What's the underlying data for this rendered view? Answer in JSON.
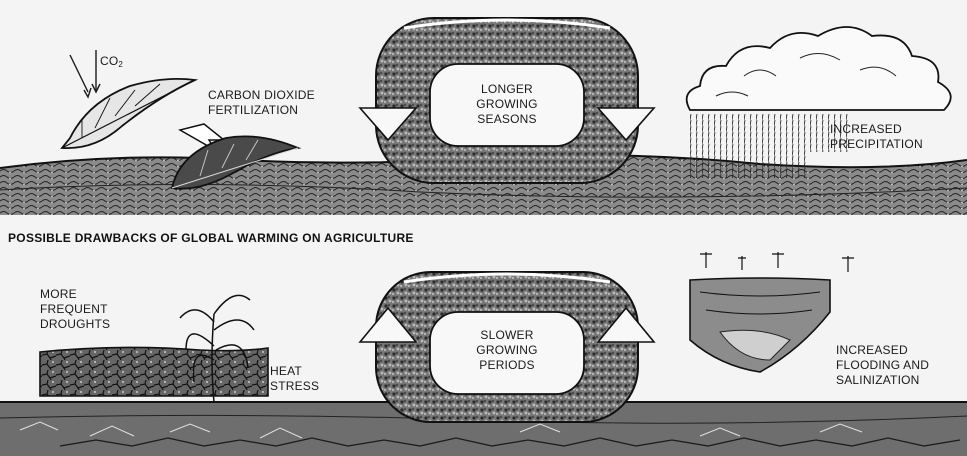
{
  "benefits": {
    "co2": {
      "base": "CO",
      "sub": "2"
    },
    "fertilization": [
      "CARBON DIOXIDE",
      "FERTILIZATION"
    ],
    "growing_seasons": [
      "LONGER",
      "GROWING",
      "SEASONS"
    ],
    "precipitation": [
      "INCREASED",
      "PRECIPITATION"
    ]
  },
  "drawbacks": {
    "heading": "POSSIBLE DRAWBACKS OF GLOBAL WARMING ON AGRICULTURE",
    "droughts": [
      "MORE",
      "FREQUENT",
      "DROUGHTS"
    ],
    "heat_stress": [
      "HEAT",
      "STRESS"
    ],
    "growing_periods": [
      "SLOWER",
      "GROWING",
      "PERIODS"
    ],
    "flooding": [
      "INCREASED",
      "FLOODING AND",
      "SALINIZATION"
    ]
  },
  "colors": {
    "ink": "#1a1a1a",
    "paper": "#f4f4f4",
    "texture": "#5a5a5a"
  }
}
